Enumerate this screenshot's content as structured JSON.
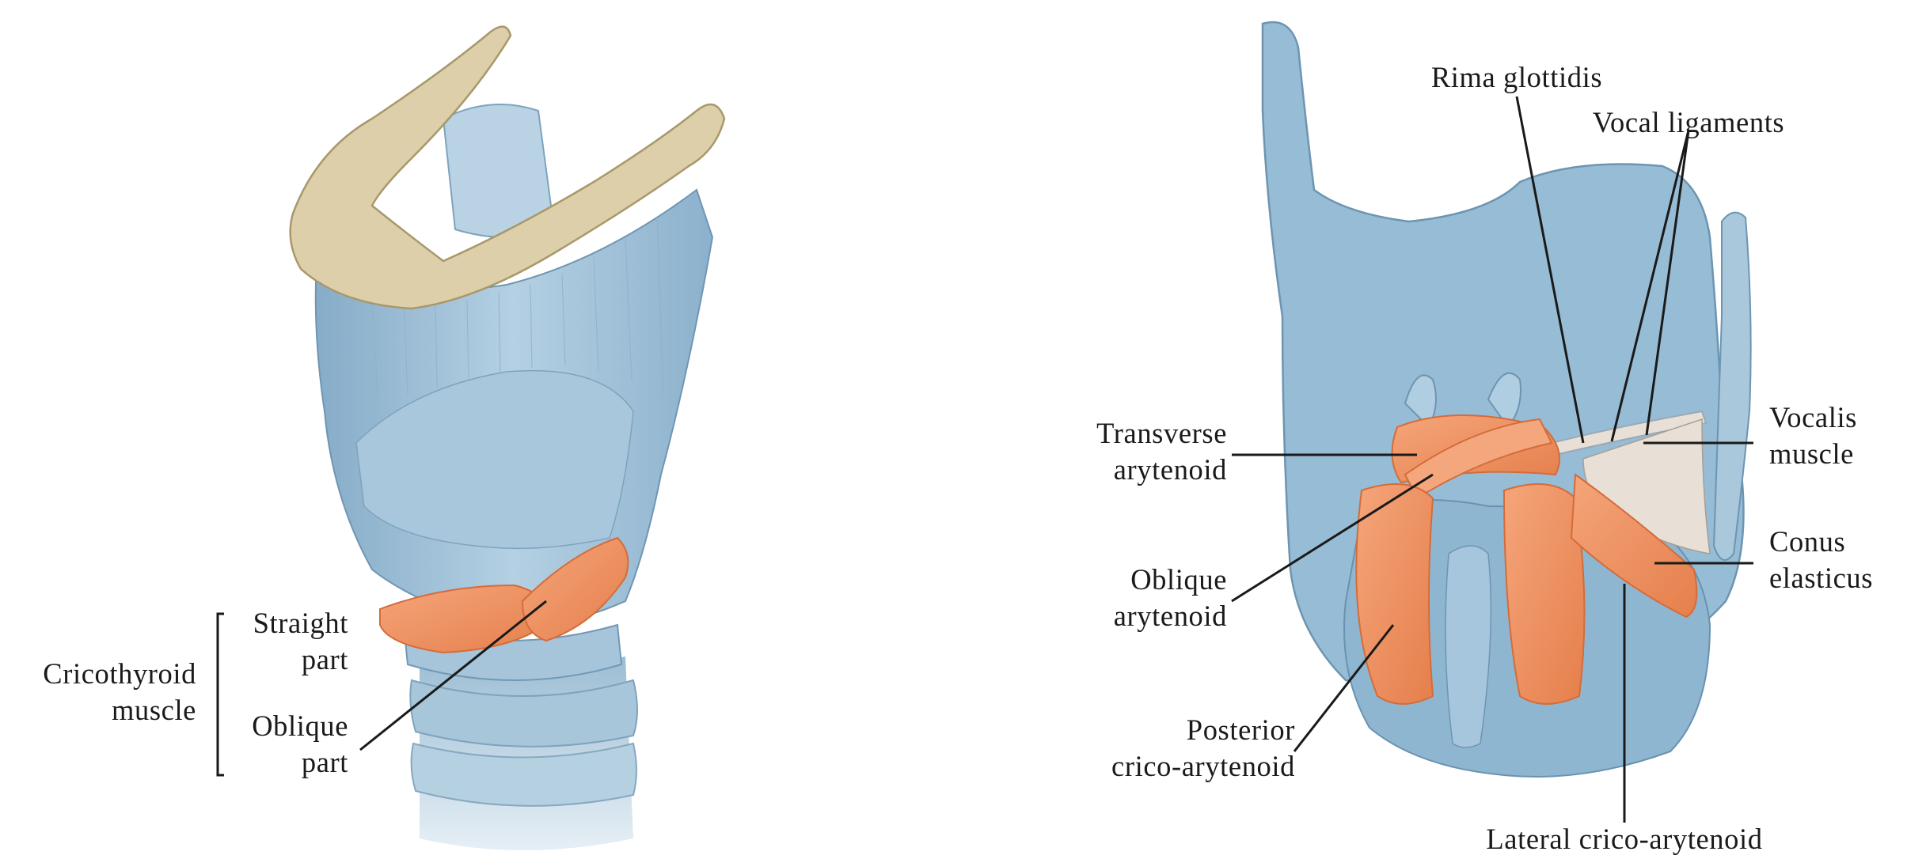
{
  "colors": {
    "cartilage": "#9dc0d8",
    "cartilage_shadow": "#6f9ab8",
    "cartilage_light": "#cfe0ec",
    "hyoid_bone": "#dccfa9",
    "muscle": "#f29a6a",
    "muscle_dark": "#e07844",
    "ligament": "#e8e0d6",
    "leader_line": "#1a1a1a"
  },
  "left_panel": {
    "group_label_line1": "Cricothyroid",
    "group_label_line2": "muscle",
    "straight_line1": "Straight",
    "straight_line2": "part",
    "oblique_line1": "Oblique",
    "oblique_line2": "part"
  },
  "right_panel": {
    "rima_glottidis": "Rima glottidis",
    "vocal_ligaments": "Vocal ligaments",
    "transverse_line1": "Transverse",
    "transverse_line2": "arytenoid",
    "oblique_line1": "Oblique",
    "oblique_line2": "arytenoid",
    "posterior_line1": "Posterior",
    "posterior_line2": "crico-arytenoid",
    "vocalis_line1": "Vocalis",
    "vocalis_line2": "muscle",
    "conus_line1": "Conus",
    "conus_line2": "elasticus",
    "lateral_crico": "Lateral crico-arytenoid"
  }
}
